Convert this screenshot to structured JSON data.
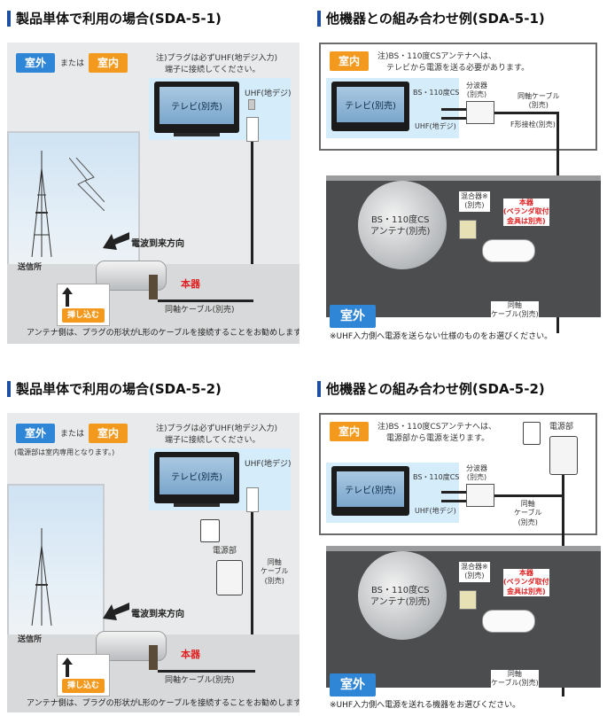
{
  "sections": {
    "tl": {
      "title": "製品単体で利用の場合(SDA-5-1)",
      "badge_outdoor": "室外",
      "or": "または",
      "badge_indoor": "室内",
      "note1": "注)プラグは必ずUHF(地デジ入力)",
      "note2": "端子に接続してください。",
      "tv": "テレビ(別売)",
      "uhf": "UHF(地デジ)",
      "direction": "電波到来方向",
      "station": "送信所",
      "unit": "本器",
      "insert": "挿し込む",
      "coax": "同軸ケーブル(別売)",
      "footer": "アンテナ側は、プラグの形状がL形のケーブルを接続することをお勧めします。"
    },
    "tr": {
      "title": "他機器との組み合わせ例(SDA-5-1)",
      "badge_indoor": "室内",
      "note1": "注)BS・110度CSアンテナへは、",
      "note2": "テレビから電源を送る必要があります。",
      "tv": "テレビ(別売)",
      "bs_cs": "BS・110度CS",
      "uhf": "UHF(地デジ)",
      "splitter1": "分波器",
      "splitter2": "(別売)",
      "coax1": "同軸ケーブル",
      "coax2": "(別売)",
      "fconn": "F形接栓(別売)",
      "mixer1": "混合器",
      "mixer2": "(別売)",
      "mixer_mark": "※",
      "unit": "本器",
      "veranda1": "(ベランダ取付",
      "veranda2": "金具は別売)",
      "bsant1": "BS・110度CS",
      "bsant2": "アンテナ(別売)",
      "badge_outdoor": "室外",
      "coax3": "同軸",
      "coax4": "ケーブル(別売)",
      "footer": "※UHF入力側へ電源を送らない仕様のものをお選びください。"
    },
    "bl": {
      "title": "製品単体で利用の場合(SDA-5-2)",
      "badge_outdoor": "室外",
      "or": "または",
      "badge_indoor": "室内",
      "sub": "(電源部は室内専用となります。)",
      "note1": "注)プラグは必ずUHF(地デジ入力)",
      "note2": "端子に接続してください。",
      "tv": "テレビ(別売)",
      "uhf": "UHF(地デジ)",
      "power": "電源部",
      "coax1": "同軸",
      "coax2": "ケーブル",
      "coax3": "(別売)",
      "direction": "電波到来方向",
      "station": "送信所",
      "unit": "本器",
      "insert": "挿し込む",
      "coax": "同軸ケーブル(別売)",
      "footer": "アンテナ側は、プラグの形状がL形のケーブルを接続することをお勧めします。"
    },
    "br": {
      "title": "他機器との組み合わせ例(SDA-5-2)",
      "badge_indoor": "室内",
      "note1": "注)BS・110度CSアンテナへは、",
      "note2": "電源部から電源を送ります。",
      "power": "電源部",
      "tv": "テレビ(別売)",
      "bs_cs": "BS・110度CS",
      "uhf": "UHF(地デジ)",
      "splitter1": "分波器",
      "splitter2": "(別売)",
      "coax1": "同軸",
      "coax2": "ケーブル",
      "coax3": "(別売)",
      "mixer1": "混合器",
      "mixer2": "(別売)",
      "mixer_mark": "※",
      "unit": "本器",
      "veranda1": "(ベランダ取付",
      "veranda2": "金具は別売)",
      "bsant1": "BS・110度CS",
      "bsant2": "アンテナ(別売)",
      "badge_outdoor": "室外",
      "coax3b": "同軸",
      "coax4": "ケーブル(別売)",
      "footer": "※UHF入力側へ電源を送れる機器をお選びください。"
    }
  },
  "colors": {
    "accent_blue": "#1f4fa0",
    "badge_blue": "#2f86d6",
    "badge_orange": "#f39a1e",
    "red_label": "#e02020"
  }
}
